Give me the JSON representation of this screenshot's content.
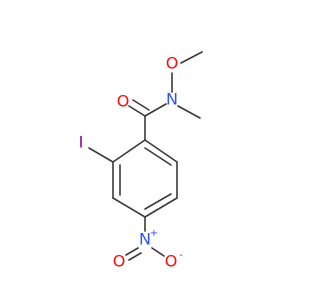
{
  "molecule": {
    "atoms": {
      "carbonyl_oxygen": "O",
      "amide_nitrogen": "N",
      "methoxy_oxygen": "O",
      "iodine": "I",
      "nitro_nitrogen": "N",
      "nitro_oxygen_left": "O",
      "nitro_oxygen_right": "O"
    },
    "charges": {
      "nitro_nitrogen": "+",
      "nitro_oxygen_right": "-"
    },
    "colors": {
      "bond": "#3a3a3a",
      "oxygen": "#ff0d0d",
      "nitrogen": "#3050f8",
      "iodine": "#940094"
    }
  }
}
